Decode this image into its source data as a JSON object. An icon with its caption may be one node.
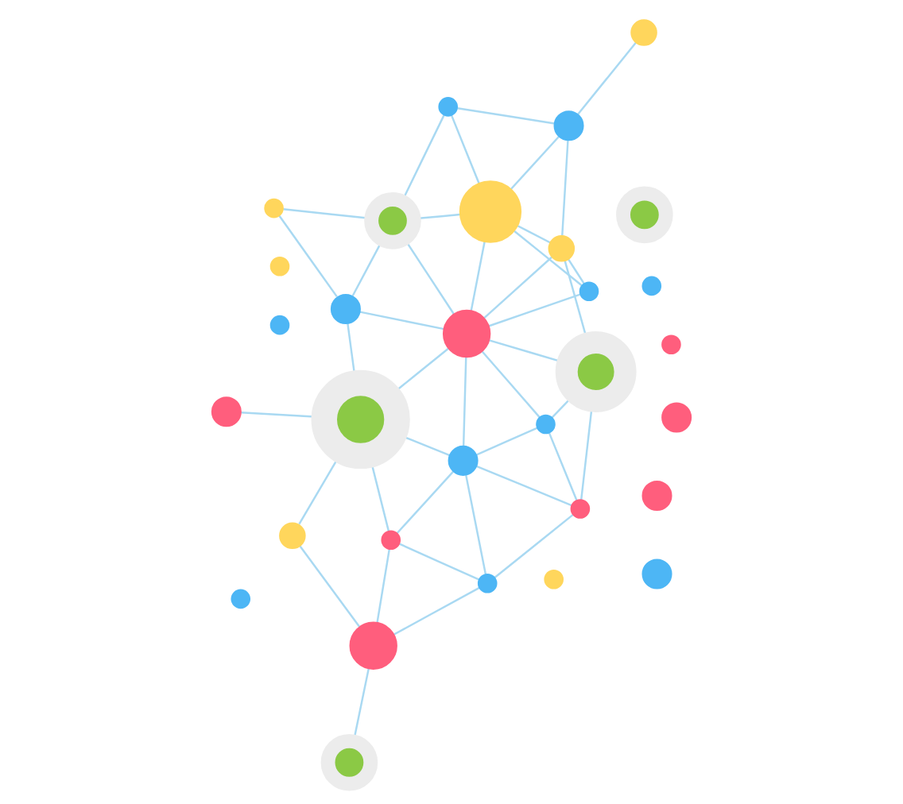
{
  "diagram": {
    "nodes": [
      {
        "text": [],
        "shape": "circle"
      },
      {
        "text": [],
        "shape": "circle"
      },
      {
        "text": [],
        "shape": "circle"
      },
      {
        "text": [],
        "shape": "circle"
      },
      {
        "text": [],
        "shape": "circle"
      },
      {
        "text": [],
        "shape": "circle"
      },
      {
        "text": [],
        "shape": "circle"
      },
      {
        "text": [],
        "shape": "circle"
      },
      {
        "text": [],
        "shape": "circle"
      },
      {
        "text": [],
        "shape": "circle"
      },
      {
        "text": [],
        "shape": "circle"
      },
      {
        "text": [],
        "shape": "circle"
      },
      {
        "text": [],
        "shape": "circle"
      },
      {
        "text": [],
        "shape": "circle"
      },
      {
        "text": [],
        "shape": "circle"
      },
      {
        "text": [],
        "shape": "circle"
      },
      {
        "text": [],
        "shape": "circle"
      },
      {
        "text": [],
        "shape": "circle"
      },
      {
        "text": [],
        "shape": "circle"
      },
      {
        "text": [],
        "shape": "circle"
      },
      {
        "text": [],
        "shape": "circle"
      },
      {
        "text": [],
        "shape": "circle"
      },
      {
        "text": [],
        "shape": "circle"
      },
      {
        "text": [],
        "shape": "circle"
      },
      {
        "text": [],
        "shape": "circle"
      },
      {
        "text": [],
        "shape": "circle"
      },
      {
        "text": [],
        "shape": "circle"
      },
      {
        "text": [],
        "shape": "circle"
      },
      {
        "text": [],
        "shape": "circle"
      },
      {
        "text": [],
        "shape": "circle"
      },
      {
        "text": [],
        "shape": "circle"
      }
    ],
    "edges": [
      {
        "from": 0,
        "to": 2,
        "arrow": "none"
      },
      {
        "from": 0,
        "to": 1,
        "arrow": "none"
      },
      {
        "from": 0,
        "to": 5,
        "arrow": "none"
      },
      {
        "from": 0,
        "to": 3,
        "arrow": "none"
      },
      {
        "from": 2,
        "to": 5,
        "arrow": "none"
      },
      {
        "from": 2,
        "to": 9,
        "arrow": "none"
      },
      {
        "from": 2,
        "to": 11,
        "arrow": "none"
      },
      {
        "from": 5,
        "to": 9,
        "arrow": "none"
      },
      {
        "from": 5,
        "to": 10,
        "arrow": "none"
      },
      {
        "from": 3,
        "to": 10,
        "arrow": "none"
      },
      {
        "from": 10,
        "to": 8,
        "arrow": "none"
      },
      {
        "from": 9,
        "to": 10,
        "arrow": "none"
      },
      {
        "from": 9,
        "to": 11,
        "arrow": "none"
      },
      {
        "from": 9,
        "to": 15,
        "arrow": "none"
      },
      {
        "from": 9,
        "to": 21,
        "arrow": "none"
      },
      {
        "from": 11,
        "to": 15,
        "arrow": "none"
      },
      {
        "from": 11,
        "to": 17,
        "arrow": "none"
      },
      {
        "from": 15,
        "to": 17,
        "arrow": "none"
      },
      {
        "from": 15,
        "to": 21,
        "arrow": "none"
      },
      {
        "from": 10,
        "to": 21,
        "arrow": "none"
      },
      {
        "from": 10,
        "to": 18,
        "arrow": "none"
      },
      {
        "from": 17,
        "to": 21,
        "arrow": "none"
      },
      {
        "from": 17,
        "to": 23,
        "arrow": "none"
      },
      {
        "from": 21,
        "to": 18,
        "arrow": "none"
      },
      {
        "from": 21,
        "to": 24,
        "arrow": "none"
      },
      {
        "from": 21,
        "to": 23,
        "arrow": "none"
      },
      {
        "from": 21,
        "to": 25,
        "arrow": "none"
      },
      {
        "from": 21,
        "to": 27,
        "arrow": "none"
      },
      {
        "from": 18,
        "to": 19,
        "arrow": "none"
      },
      {
        "from": 18,
        "to": 24,
        "arrow": "none"
      },
      {
        "from": 19,
        "to": 24,
        "arrow": "none"
      },
      {
        "from": 23,
        "to": 25,
        "arrow": "none"
      },
      {
        "from": 23,
        "to": 27,
        "arrow": "none"
      },
      {
        "from": 23,
        "to": 30,
        "arrow": "none"
      },
      {
        "from": 25,
        "to": 27,
        "arrow": "none"
      },
      {
        "from": 27,
        "to": 24,
        "arrow": "none"
      },
      {
        "from": 27,
        "to": 28,
        "arrow": "none"
      },
      {
        "from": 27,
        "to": 30,
        "arrow": "none"
      },
      {
        "from": 24,
        "to": 28,
        "arrow": "none"
      },
      {
        "from": 28,
        "to": 30,
        "arrow": "none"
      },
      {
        "from": 30,
        "to": 29,
        "arrow": "none"
      }
    ]
  }
}
